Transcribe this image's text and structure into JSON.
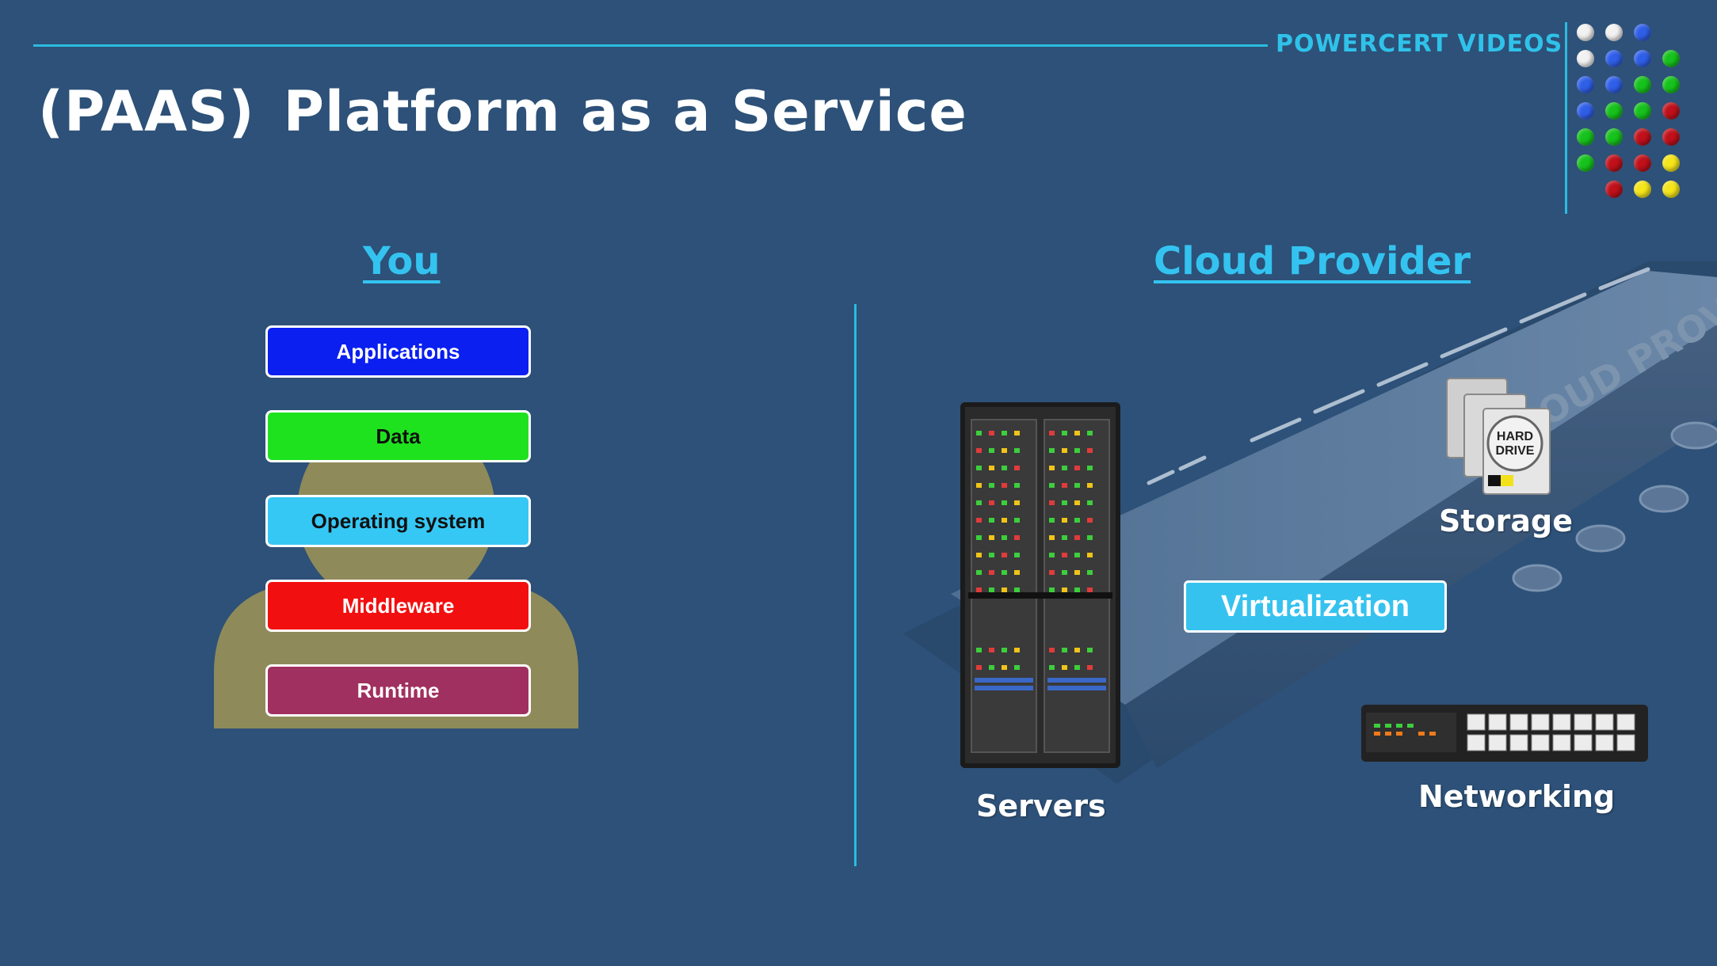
{
  "brand": "POWERCERT VIDEOS",
  "title": {
    "prefix": "(PAAS)",
    "main": "Platform as a Service"
  },
  "headings": {
    "you": "You",
    "cloud_provider": "Cloud Provider"
  },
  "you_layers": [
    {
      "label": "Applications",
      "bg": "#0a1ff0",
      "fg": "#ffffff"
    },
    {
      "label": "Data",
      "bg": "#1fe21f",
      "fg": "#111111"
    },
    {
      "label": "Operating system",
      "bg": "#36c8f5",
      "fg": "#111111"
    },
    {
      "label": "Middleware",
      "bg": "#f20f0f",
      "fg": "#ffffff"
    },
    {
      "label": "Runtime",
      "bg": "#a0305f",
      "fg": "#ffffff"
    }
  ],
  "cloud_components": {
    "servers": "Servers",
    "storage": "Storage",
    "networking": "Networking",
    "virtualization": "Virtualization"
  },
  "storage_icon_text": [
    "HARD",
    "DRIVE"
  ],
  "platform_text": "CLOUD PROVIDER",
  "colors": {
    "background": "#2d5178",
    "accent": "#2bbbe0",
    "heading": "#34c3f0"
  },
  "dot_grid": [
    [
      "white",
      "white",
      "blue",
      ""
    ],
    [
      "white",
      "blue",
      "blue",
      "green"
    ],
    [
      "blue",
      "blue",
      "green",
      "green"
    ],
    [
      "blue",
      "green",
      "green",
      "red"
    ],
    [
      "green",
      "green",
      "red",
      "red"
    ],
    [
      "green",
      "red",
      "red",
      "yellow"
    ],
    [
      "",
      "red",
      "yellow",
      "yellow"
    ]
  ]
}
